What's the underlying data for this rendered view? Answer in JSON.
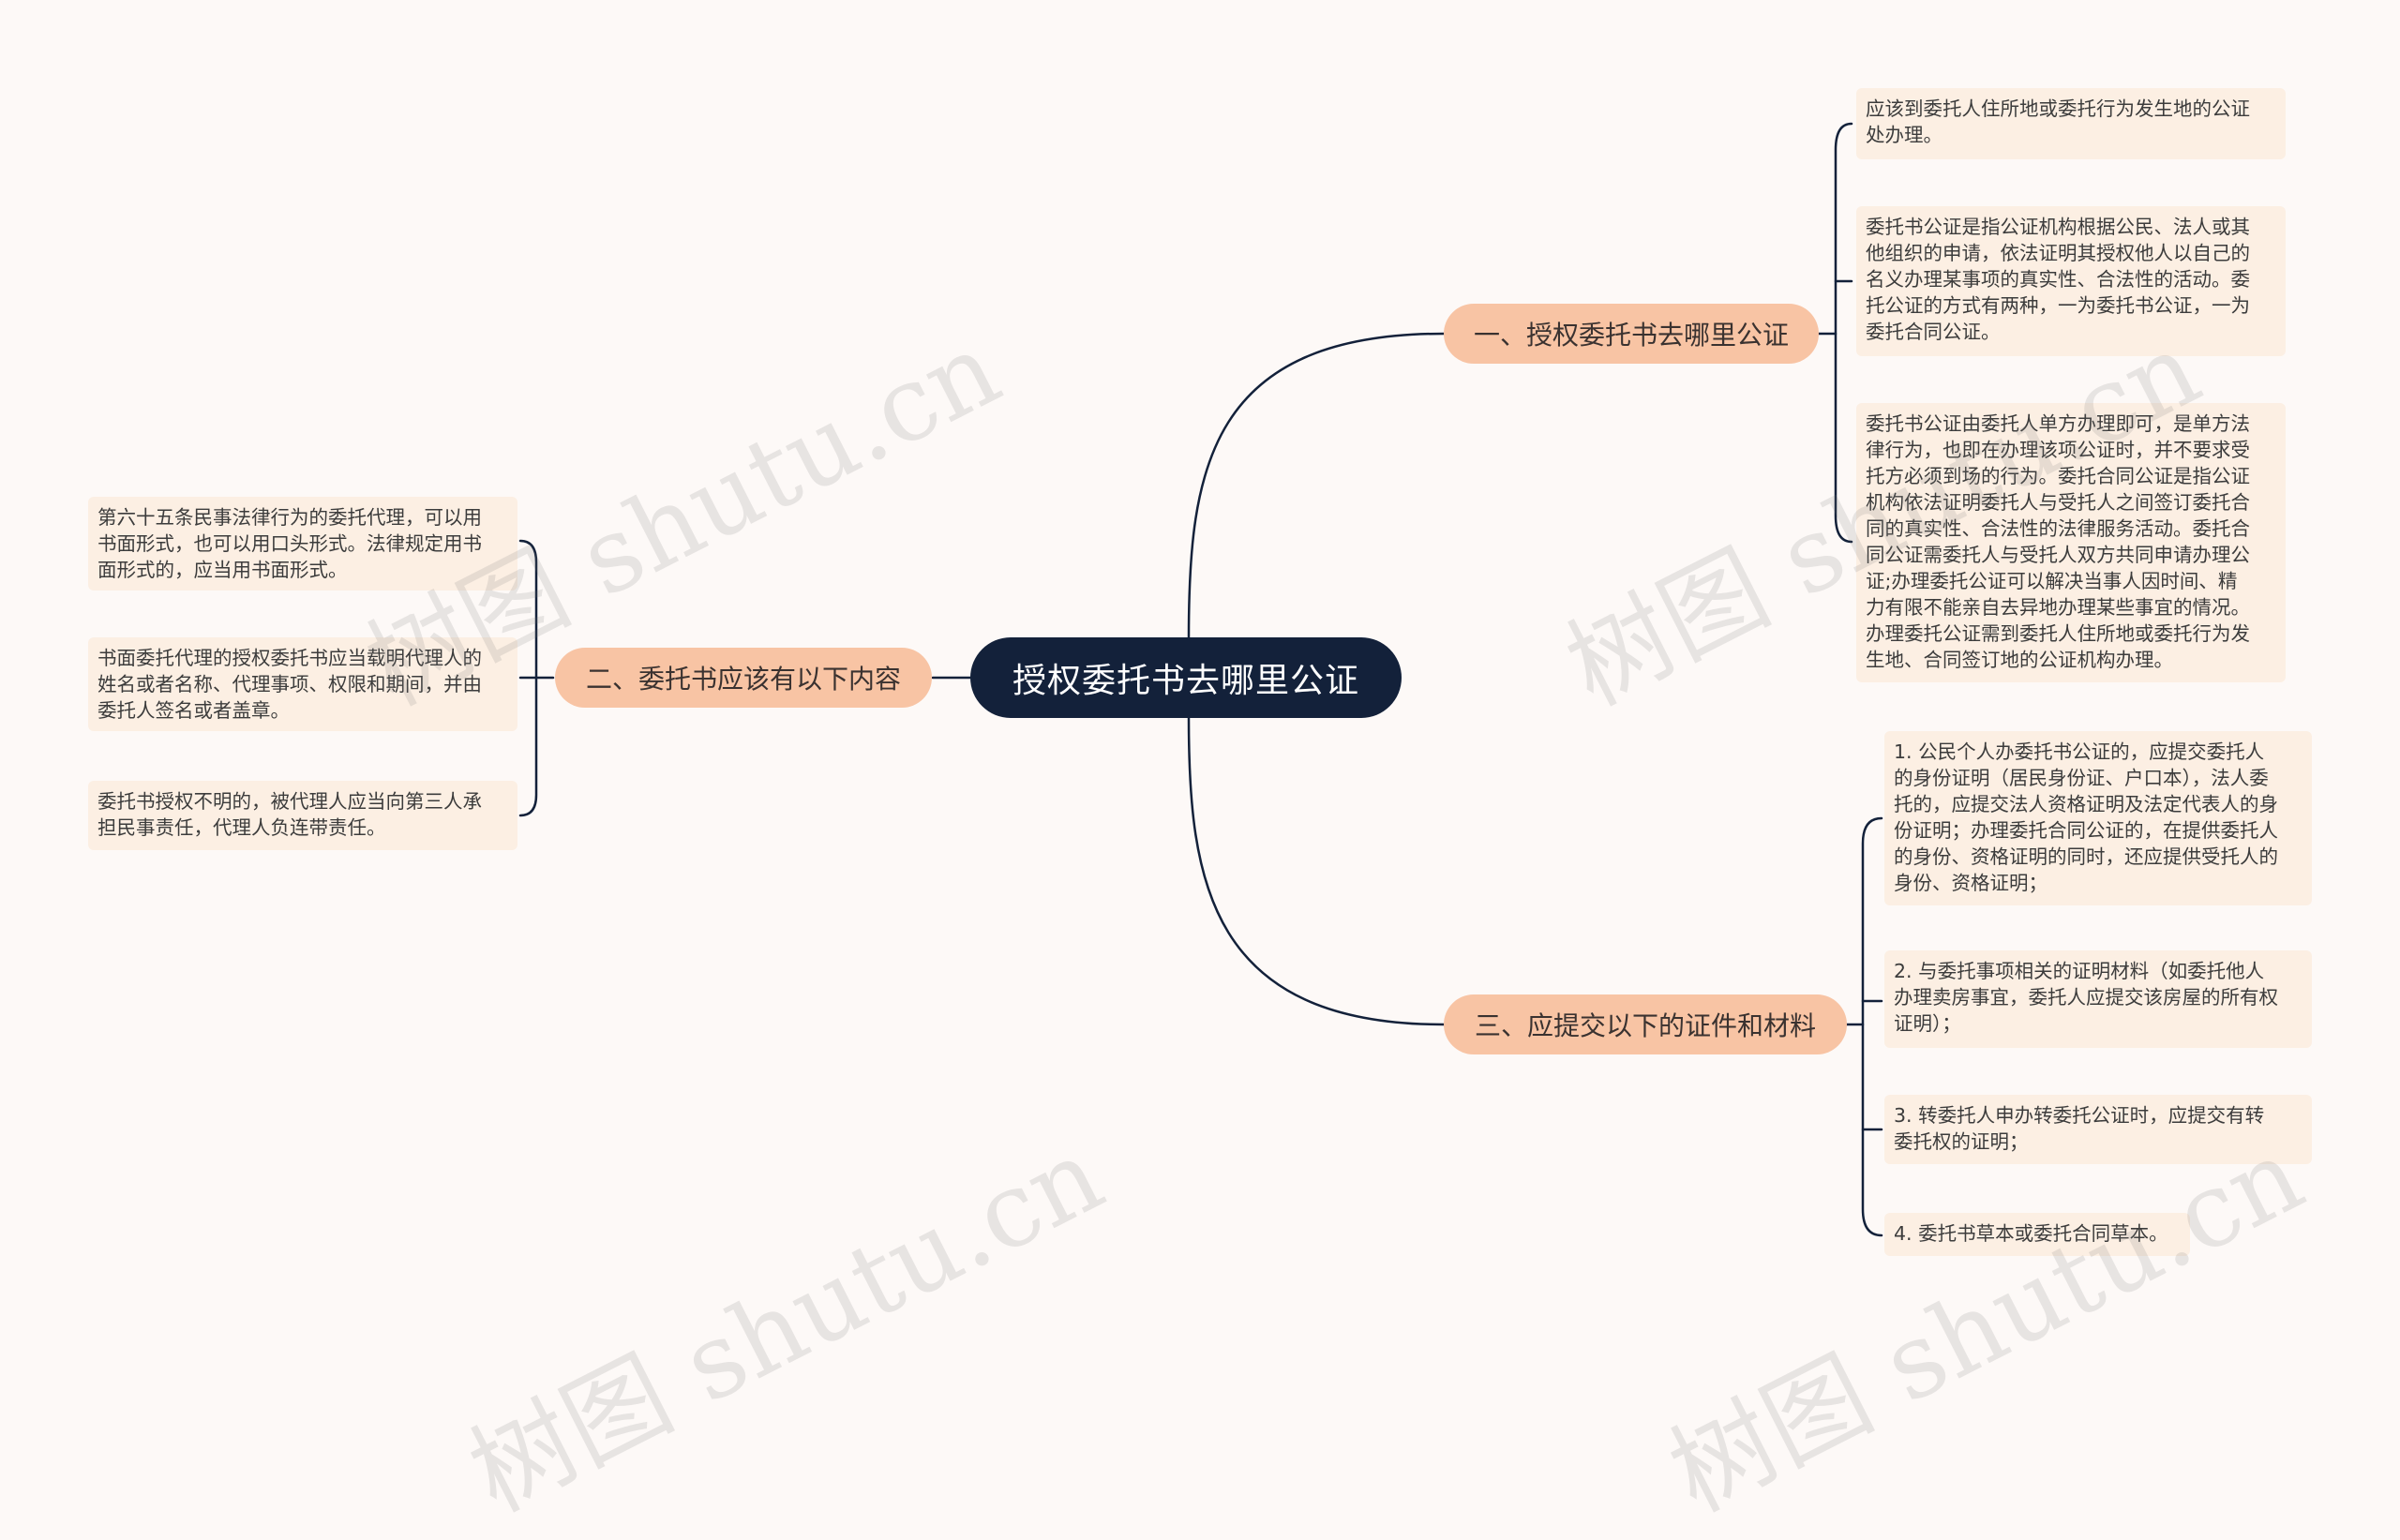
{
  "root": {
    "label": "授权委托书去哪里公证"
  },
  "branches": [
    {
      "label": "一、授权委托书去哪里公证",
      "leaves": [
        "应该到委托人住所地或委托行为发生地的公证\n处办理。",
        "委托书公证是指公证机构根据公民、法人或其\n他组织的申请，依法证明其授权他人以自己的\n名义办理某事项的真实性、合法性的活动。委\n托公证的方式有两种，一为委托书公证，一为\n委托合同公证。",
        "委托书公证由委托人单方办理即可，是单方法\n律行为，也即在办理该项公证时，并不要求受\n托方必须到场的行为。委托合同公证是指公证\n机构依法证明委托人与受托人之间签订委托合\n同的真实性、合法性的法律服务活动。委托合\n同公证需委托人与受托人双方共同申请办理公\n证;办理委托公证可以解决当事人因时间、精\n力有限不能亲自去异地办理某些事宜的情况。\n办理委托公证需到委托人住所地或委托行为发\n生地、合同签订地的公证机构办理。"
      ]
    },
    {
      "label": "二、委托书应该有以下内容",
      "leaves": [
        "第六十五条民事法律行为的委托代理，可以用\n书面形式，也可以用口头形式。法律规定用书\n面形式的，应当用书面形式。",
        "书面委托代理的授权委托书应当载明代理人的\n姓名或者名称、代理事项、权限和期间，并由\n委托人签名或者盖章。",
        "委托书授权不明的，被代理人应当向第三人承\n担民事责任，代理人负连带责任。"
      ]
    },
    {
      "label": "三、应提交以下的证件和材料",
      "leaves": [
        "1. 公民个人办委托书公证的，应提交委托人\n的身份证明（居民身份证、户口本），法人委\n托的，应提交法人资格证明及法定代表人的身\n份证明；办理委托合同公证的，在提供委托人\n的身份、资格证明的同时，还应提供受托人的\n身份、资格证明；",
        "2. 与委托事项相关的证明材料（如委托他人\n办理卖房事宜，委托人应提交该房屋的所有权\n证明）；",
        "3. 转委托人申办转委托公证时，应提交有转\n委托权的证明；",
        "4. 委托书草本或委托合同草本。"
      ]
    }
  ],
  "watermarks": [
    "树图 shutu.cn",
    "树图 shutu.cn",
    "树图 shutu.cn",
    "树图 shutu.cn"
  ],
  "colors": {
    "background": "#fdf9f7",
    "root_fill": "#13213a",
    "branch_fill": "#f8c4a4",
    "leaf_fill": "#fcefe3",
    "connector": "#13213a"
  }
}
